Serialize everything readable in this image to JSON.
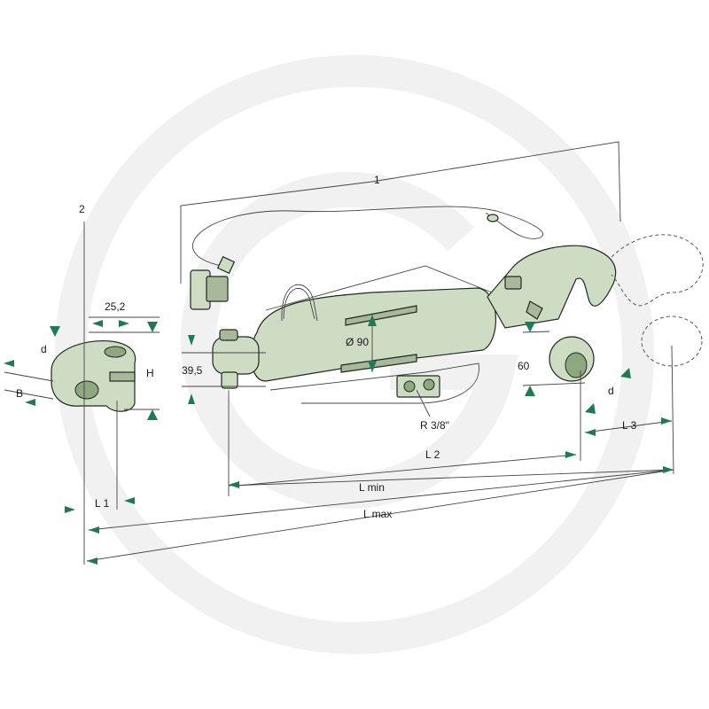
{
  "labels": {
    "callout_1": "1",
    "callout_2": "2",
    "dim_25_2": "25,2",
    "dim_d_left": "d",
    "dim_B": "B",
    "dim_H": "H",
    "dim_39_5": "39,5",
    "dim_diameter_90": "Ø 90",
    "dim_60": "60",
    "dim_d_right": "d",
    "thread_R": "R 3/8\"",
    "dim_L3": "L 3",
    "dim_L2": "L 2",
    "dim_L_min": "L min",
    "dim_L1": "L 1",
    "dim_L_max": "L max"
  },
  "colors": {
    "part_fill": "#cfdcc4",
    "part_shade": "#a7b99a",
    "arrow": "#1e7a55",
    "watermark": "#f1f1f1"
  }
}
